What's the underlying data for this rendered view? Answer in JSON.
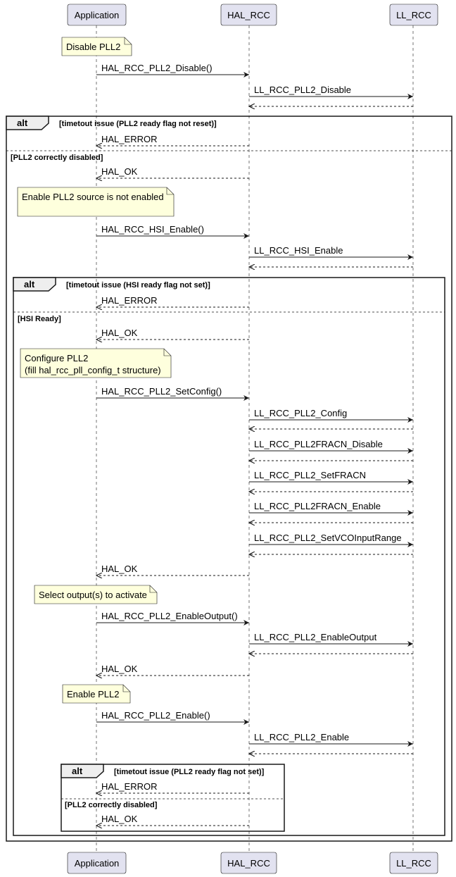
{
  "participants": [
    "Application",
    "HAL_RCC",
    "LL_RCC"
  ],
  "notes": [
    [
      "Disable PLL2"
    ],
    [
      "Enable PLL2 source is not enabled"
    ],
    [
      "Configure PLL2",
      "(fill hal_rcc_pll_config_t structure)"
    ],
    [
      "Select output(s) to activate"
    ],
    [
      "Enable PLL2"
    ]
  ],
  "messages": [
    "HAL_RCC_PLL2_Disable()",
    "LL_RCC_PLL2_Disable",
    "HAL_ERROR",
    "HAL_OK",
    "HAL_RCC_HSI_Enable()",
    "LL_RCC_HSI_Enable",
    "HAL_ERROR",
    "HAL_OK",
    "HAL_RCC_PLL2_SetConfig()",
    "LL_RCC_PLL2_Config",
    "LL_RCC_PLL2FRACN_Disable",
    "LL_RCC_PLL2_SetFRACN",
    "LL_RCC_PLL2FRACN_Enable",
    "LL_RCC_PLL2_SetVCOInputRange",
    "HAL_OK",
    "HAL_RCC_PLL2_EnableOutput()",
    "LL_RCC_PLL2_EnableOutput",
    "HAL_OK",
    "HAL_RCC_PLL2_Enable()",
    "LL_RCC_PLL2_Enable",
    "HAL_ERROR",
    "HAL_OK"
  ],
  "fragments": [
    {
      "keyword": "alt",
      "guard": "[timetout issue (PLL2 ready flag not reset)]",
      "else_guard": "[PLL2 correctly disabled]"
    },
    {
      "keyword": "alt",
      "guard": "[timetout issue (HSI ready flag not set)]",
      "else_guard": "[HSI Ready]"
    },
    {
      "keyword": "alt",
      "guard": "[timetout issue (PLL2 ready flag not set)]",
      "else_guard": "[PLL2 correctly disabled]"
    }
  ]
}
